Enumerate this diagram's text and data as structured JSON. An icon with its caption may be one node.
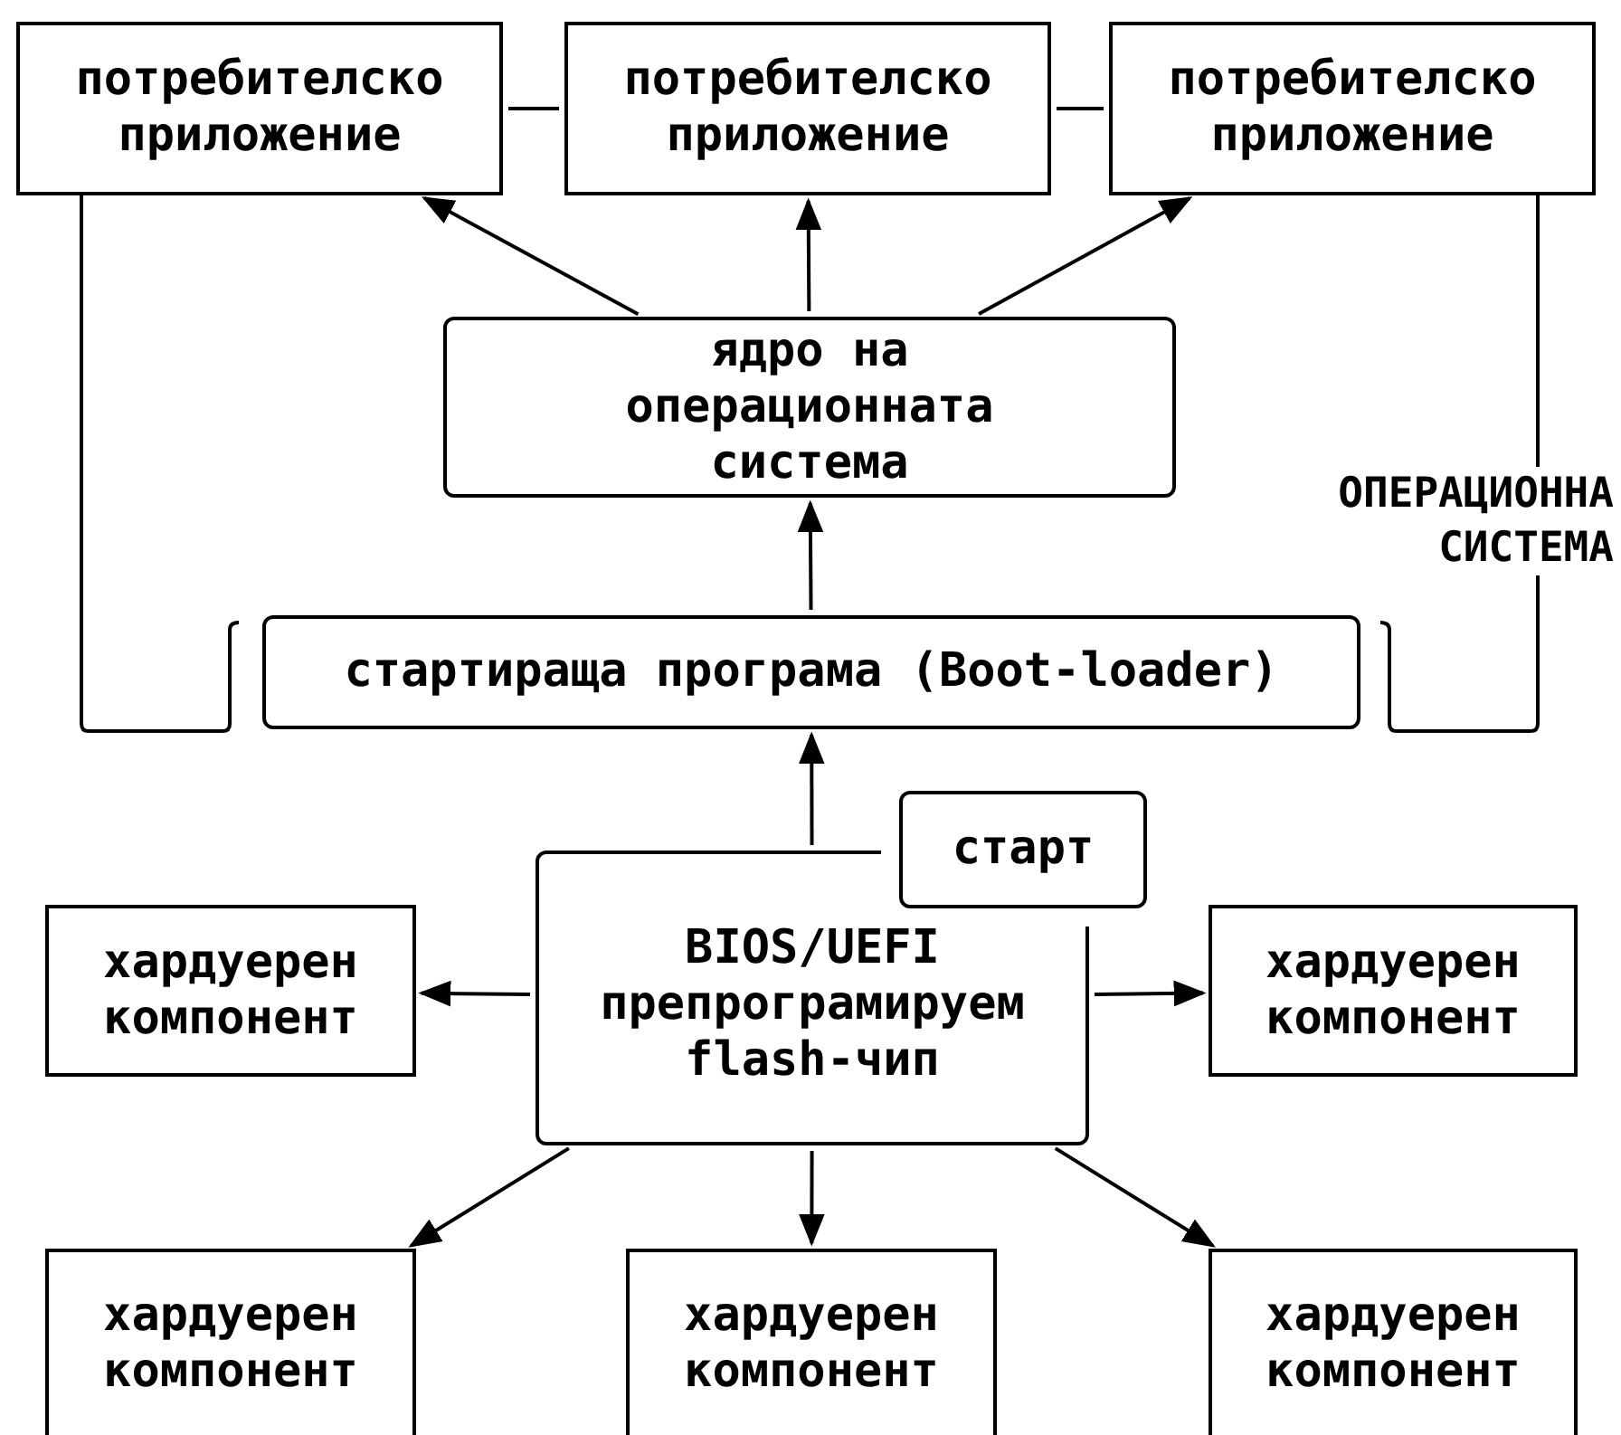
{
  "diagram": {
    "nodes": [
      {
        "text": [
          "потребителско приложение"
        ]
      },
      {
        "text": [
          "потребителско приложение"
        ]
      },
      {
        "text": [
          "потребителско приложение"
        ]
      },
      {
        "text": [
          "ОПЕРАЦИОННА СИСТЕМА"
        ]
      },
      {
        "text": [
          "ядро на операционната система"
        ],
        "in": 3
      },
      {
        "text": [
          "стартираща програма (Boot-loader)"
        ],
        "in": 3
      },
      {
        "text": [
          "старт"
        ]
      },
      {
        "text": [
          "BIOS/UEFI препрограмируем flash-чип"
        ]
      },
      {
        "text": [
          "хардуерен компонент"
        ]
      },
      {
        "text": [
          "хардуерен компонент"
        ]
      },
      {
        "text": [
          "хардуерен компонент"
        ]
      },
      {
        "text": [
          "хардуерен компонент"
        ]
      },
      {
        "text": [
          "хардуерен компонент"
        ]
      }
    ],
    "edges": [
      {
        "from": 0,
        "to": 1,
        "arrow": "none"
      },
      {
        "from": 1,
        "to": 2,
        "arrow": "none"
      },
      {
        "from": 4,
        "to": 0,
        "arrow": "to"
      },
      {
        "from": 4,
        "to": 1,
        "arrow": "to"
      },
      {
        "from": 4,
        "to": 2,
        "arrow": "to"
      },
      {
        "from": 5,
        "to": 4,
        "arrow": "to"
      },
      {
        "from": 7,
        "to": 5,
        "arrow": "to"
      },
      {
        "from": 7,
        "to": 8,
        "arrow": "to"
      },
      {
        "from": 7,
        "to": 9,
        "arrow": "to"
      },
      {
        "from": 7,
        "to": 10,
        "arrow": "to"
      },
      {
        "from": 7,
        "to": 11,
        "arrow": "to"
      },
      {
        "from": 7,
        "to": 12,
        "arrow": "to"
      }
    ]
  }
}
